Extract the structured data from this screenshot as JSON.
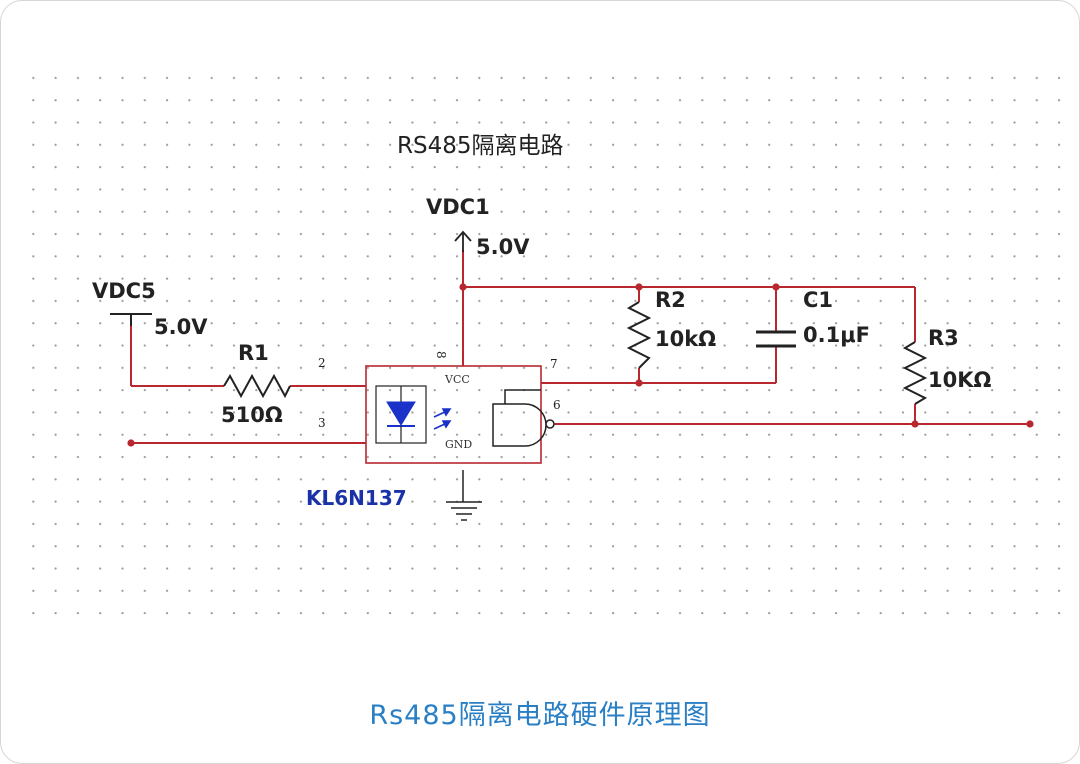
{
  "diagram": {
    "title": "RS485隔离电路",
    "caption": "Rs485隔离电路硬件原理图",
    "parts": {
      "vdc1_name": "VDC1",
      "vdc1_value": "5.0V",
      "vdc5_name": "VDC5",
      "vdc5_value": "5.0V",
      "r1_name": "R1",
      "r1_value": "510Ω",
      "r2_name": "R2",
      "r2_value": "10kΩ",
      "c1_name": "C1",
      "c1_value": "0.1μF",
      "r3_name": "R3",
      "r3_value": "10KΩ",
      "ic_name": "KL6N137",
      "ic_vcc": "VCC",
      "ic_gnd": "GND"
    },
    "pins": {
      "p2": "2",
      "p3": "3",
      "p6": "6",
      "p7": "7",
      "p8": "8"
    },
    "colors": {
      "wire": "#b8282e",
      "component": "#222222",
      "ic_outline": "#b8282e",
      "led": "#1a32c8",
      "part_label": "#1a32a8",
      "caption": "#2a7fc4",
      "grid_dot": "#9a9a9a"
    }
  }
}
